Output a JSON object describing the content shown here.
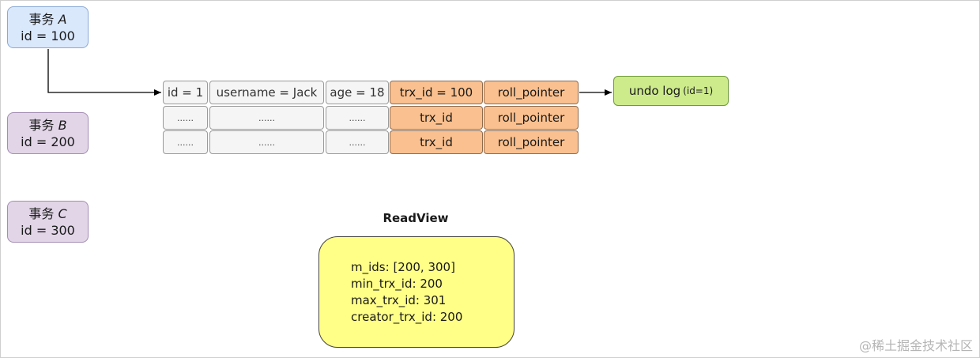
{
  "transactions": [
    {
      "label": "事务",
      "letter": "A",
      "id": "id = 100"
    },
    {
      "label": "事务",
      "letter": "B",
      "id": "id = 200"
    },
    {
      "label": "事务",
      "letter": "C",
      "id": "id = 300"
    }
  ],
  "rows": [
    [
      "id = 1",
      "username = Jack",
      "age = 18",
      "trx_id = 100",
      "roll_pointer"
    ],
    [
      "......",
      "......",
      "......",
      "trx_id",
      "roll_pointer"
    ],
    [
      "......",
      "......",
      "......",
      "trx_id",
      "roll_pointer"
    ]
  ],
  "undo_log": {
    "label": "undo log",
    "detail": "(id=1)"
  },
  "readview": {
    "title": "ReadView",
    "lines": [
      "m_ids: [200, 300]",
      "min_trx_id: 200",
      "max_trx_id: 301",
      "creator_trx_id: 200"
    ]
  },
  "watermark": "@稀土掘金技术社区",
  "colors": {
    "trx_a_fill": "#dae8fc",
    "trx_bc_fill": "#e1d5e7",
    "row_cell_fill": "#f5f5f5",
    "trx_field_fill": "#fac08f",
    "undo_fill": "#cdeb8b",
    "readview_fill": "#ffff88"
  }
}
